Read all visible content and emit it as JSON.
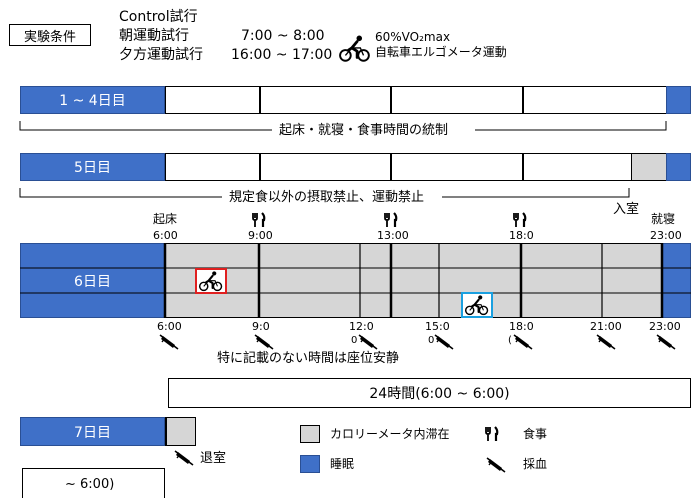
{
  "header": {
    "cond_label": "実験条件",
    "control": "Control試行",
    "morning": "朝運動試行",
    "morning_time": "7:00 ~ 8:00",
    "evening": "夕方運動試行",
    "evening_time": "16:00 ~ 17:00",
    "intensity": "60%VO₂max",
    "exercise": "自転車エルゴメータ運動"
  },
  "days": {
    "d1_4": "1 ~ 4日目",
    "control_note": "起床・就寝・食事時間の統制",
    "d5": "5日目",
    "diet_note": "規定食以外の摂取禁止、運動禁止",
    "enter_room": "入室",
    "d6": "6日目",
    "d7": "7日目",
    "exit_room": "退室"
  },
  "top_labels": {
    "wake": "起床",
    "t600": "6:00",
    "t900": "9:00",
    "t1300": "13:00",
    "t1800": "18:0",
    "t1800b": "0",
    "sleep": "就寝",
    "t2300": "23:00"
  },
  "bottom_labels": {
    "t600": "6:00",
    "t900": "9:0",
    "t1200": "12:0",
    "t1200b": "0",
    "t1500": "15:0",
    "t1500b": "0",
    "t1800": "18:0",
    "t1800b": "(",
    "t2100": "21:00",
    "t2300": "23:00"
  },
  "notes": {
    "rest": "特に記載のない時間は座位安静",
    "period": "24時間(6:00 ~ 6:00)",
    "end_time": "~ 6:00)"
  },
  "legend": {
    "chamber": "カロリーメータ内滞在",
    "meal": "食事",
    "sleep": "睡眠",
    "blood": "採血"
  },
  "colors": {
    "sleep_blue": "#3f70c8",
    "chamber_gray": "#d6d6d6",
    "morning_marker": "#e02020",
    "evening_marker": "#1aa0e0"
  }
}
